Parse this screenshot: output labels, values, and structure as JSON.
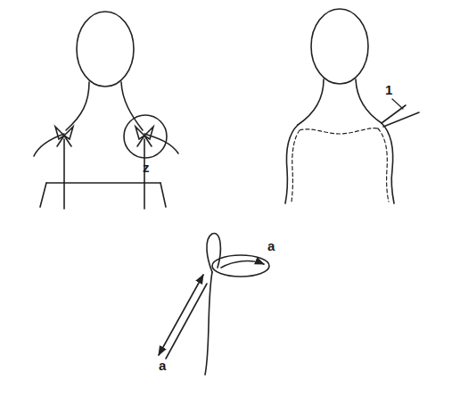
{
  "diagram": {
    "labels": [
      "z",
      "1",
      "a",
      "a"
    ]
  }
}
